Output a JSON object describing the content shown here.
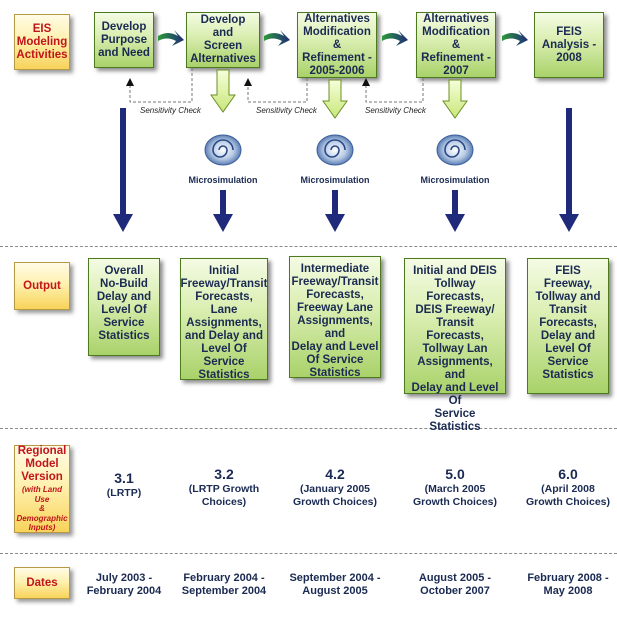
{
  "labels": {
    "activities": "EIS\nModeling\nActivities",
    "output": "Output",
    "regional_main": "Regional\nModel\nVersion",
    "regional_sub": "(with Land Use\n& Demographic\nInputs)",
    "dates": "Dates"
  },
  "activities": [
    "Develop\nPurpose\nand Need",
    "Develop and\nScreen\nAlternatives",
    "Alternatives\nModification &\nRefinement -\n2005-2006",
    "Alternatives\nModification &\nRefinement -\n2007",
    "FEIS\nAnalysis -\n2008"
  ],
  "sensitivity_check": "Sensitivity Check",
  "microsimulation": "Microsimulation",
  "outputs": [
    "Overall\nNo-Build\nDelay and\nLevel Of\nService\nStatistics",
    "Initial\nFreeway/Transit\nForecasts, Lane\nAssignments,\nand Delay and\nLevel Of\nService\nStatistics",
    "Intermediate\nFreeway/Transit\nForecasts,\nFreeway Lane\nAssignments, and\nDelay and Level\nOf Service\nStatistics",
    "Initial and DEIS\nTollway Forecasts,\nDEIS Freeway/\nTransit Forecasts,\nTollway Lan\nAssignments, and\nDelay and Level Of\nService Statistics",
    "FEIS Freeway,\nTollway and\nTransit\nForecasts,\nDelay and\nLevel Of\nService\nStatistics"
  ],
  "versions": [
    {
      "number": "3.1",
      "note": "(LRTP)"
    },
    {
      "number": "3.2",
      "note": "(LRTP Growth\nChoices)"
    },
    {
      "number": "4.2",
      "note": "(January 2005\nGrowth Choices)"
    },
    {
      "number": "5.0",
      "note": "(March 2005\nGrowth Choices)"
    },
    {
      "number": "6.0",
      "note": "(April 2008\nGrowth Choices)"
    }
  ],
  "dates": [
    "July 2003 -\nFebruary 2004",
    "February 2004 -\nSeptember 2004",
    "September 2004 -\nAugust 2005",
    "August 2005 -\nOctober 2007",
    "February 2008 -\nMay 2008"
  ],
  "colors": {
    "navy_arrow": "#1f2a7a",
    "label_text": "#c1141b",
    "box_text": "#1a2a52",
    "green_box": "#a9d26a",
    "yellow_box": "#f7d35a"
  }
}
